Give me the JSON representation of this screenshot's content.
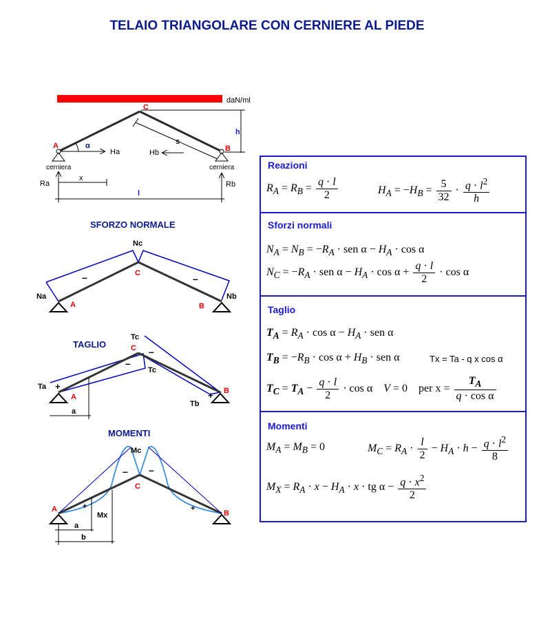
{
  "title": "TELAIO TRIANGOLARE CON CERNIERE AL PIEDE",
  "scheme": {
    "load_unit": "daN/ml",
    "pt_A": "A",
    "pt_B": "B",
    "pt_C": "C",
    "alpha": "α",
    "Ha": "Ha",
    "Hb": "Hb",
    "hinge_left": "cerniera",
    "hinge_right": "cerniera",
    "Ra": "Ra",
    "Rb": "Rb",
    "x": "x",
    "l": "l",
    "h": "h",
    "s": "s"
  },
  "normal": {
    "title": "SFORZO NORMALE",
    "Nc": "Nc",
    "Na": "Na",
    "Nb": "Nb",
    "minus": "–"
  },
  "shear": {
    "title": "TAGLIO",
    "Tc": "Tc",
    "Ta": "Ta",
    "Tb": "Tb",
    "a": "a",
    "plus": "+",
    "minus": "–"
  },
  "moment": {
    "title": "MOMENTI",
    "Mc": "Mc",
    "Mx": "Mx",
    "a": "a",
    "b": "b",
    "plus": "+",
    "minus": "–"
  },
  "formulas": {
    "reazioni_title": "Reazioni",
    "sforzi_title": "Sforzi normali",
    "taglio_title": "Taglio",
    "momenti_title": "Momenti",
    "tx_formula": "Tx = Ta - q x cos α",
    "per_x": "per x ="
  },
  "colors": {
    "title": "#0b1a8c",
    "box": "#1a1ad0",
    "load": "#ff0000",
    "shear_diag": "#0000c0",
    "moment_diag": "#3a8ee0"
  }
}
